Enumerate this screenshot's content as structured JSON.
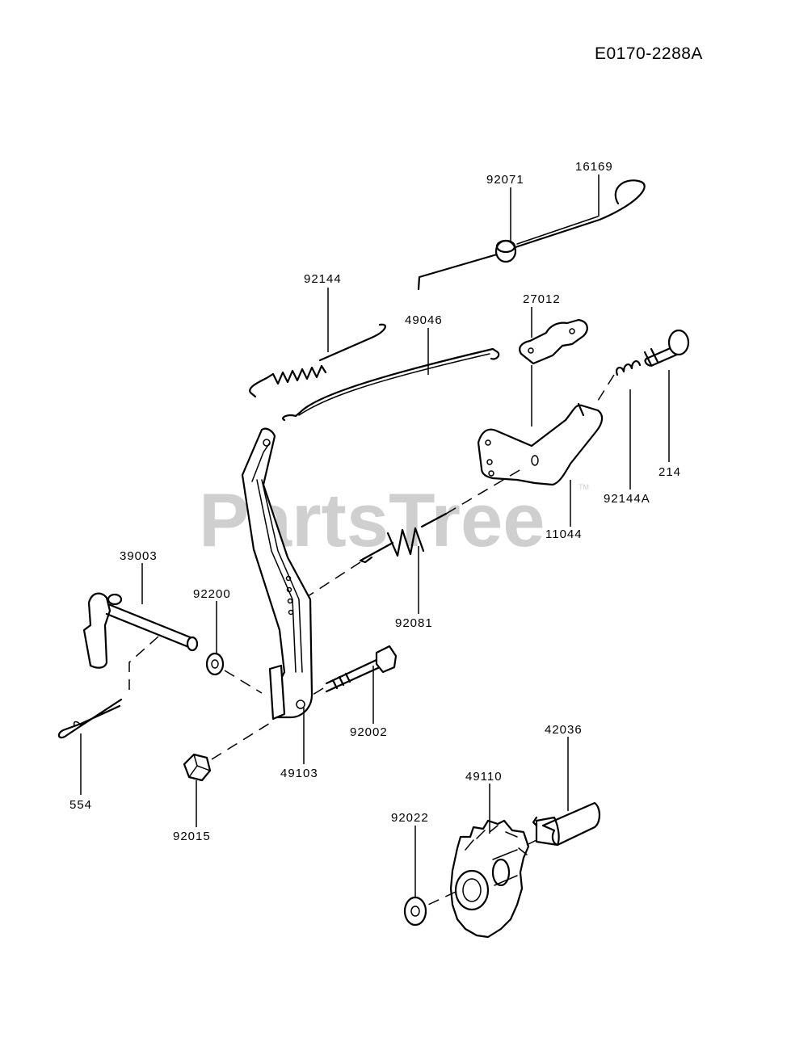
{
  "diagram_id": "E0170-2288A",
  "watermark": "PartsTree",
  "watermark_tm": "TM",
  "callouts": {
    "p16169": "16169",
    "p92071": "92071",
    "p92144": "92144",
    "p49046": "49046",
    "p27012": "27012",
    "p214": "214",
    "p92144A": "92144A",
    "p11044": "11044",
    "p92081": "92081",
    "p39003": "39003",
    "p92200": "92200",
    "p92002": "92002",
    "p49103": "49103",
    "p554": "554",
    "p92015": "92015",
    "p42036": "42036",
    "p49110": "49110",
    "p92022": "92022"
  }
}
